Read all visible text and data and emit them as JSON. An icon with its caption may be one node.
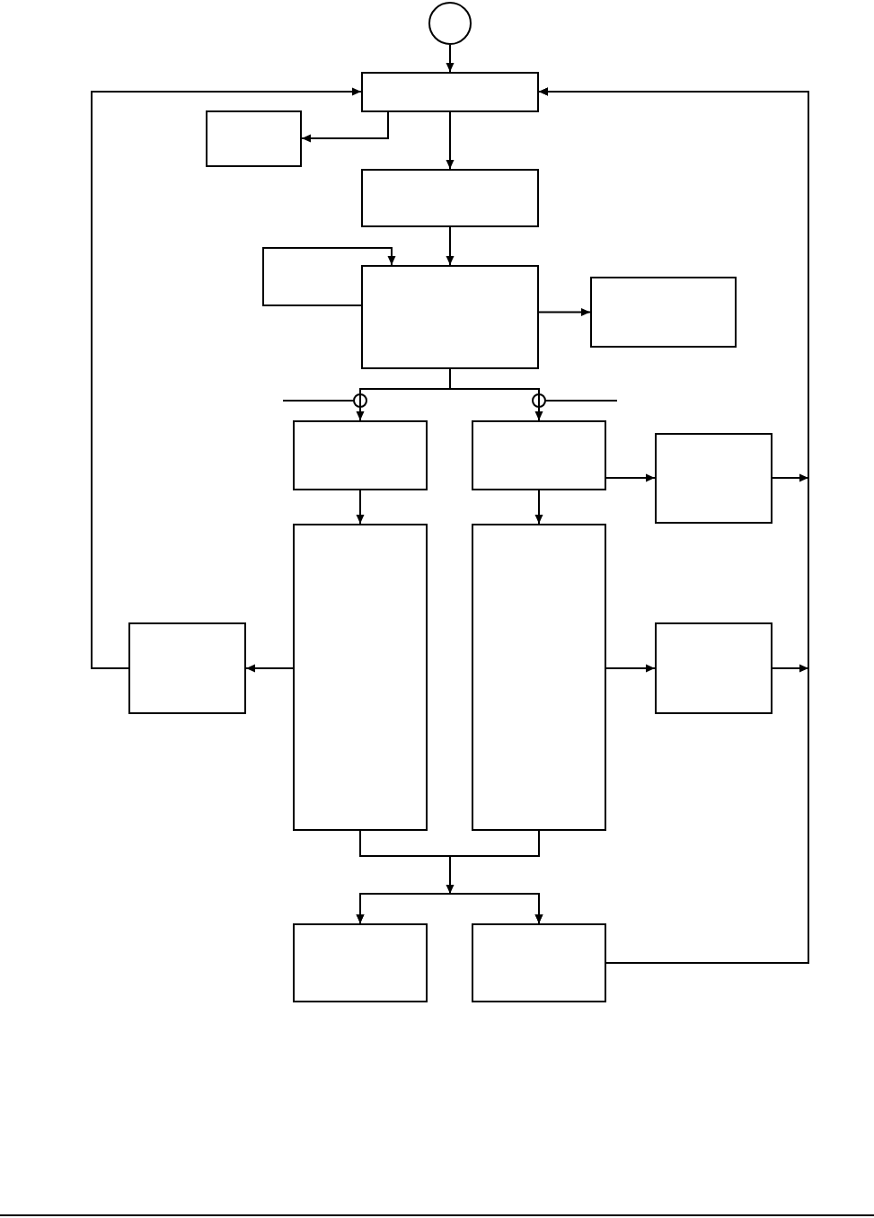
{
  "diagram": {
    "nodes": [
      {
        "text": [],
        "shape": "circle"
      },
      {
        "text": [],
        "shape": "box"
      },
      {
        "text": [],
        "shape": "box"
      },
      {
        "text": [],
        "shape": "box"
      },
      {
        "text": [],
        "shape": "box"
      },
      {
        "text": [],
        "shape": "box"
      },
      {
        "text": [],
        "shape": "box"
      },
      {
        "text": [],
        "shape": "box"
      },
      {
        "text": [],
        "shape": "box"
      },
      {
        "text": [],
        "shape": "box"
      },
      {
        "text": [],
        "shape": "box"
      },
      {
        "text": [],
        "shape": "box"
      },
      {
        "text": [],
        "shape": "box"
      },
      {
        "text": [],
        "shape": "box"
      },
      {
        "text": [],
        "shape": "box"
      }
    ],
    "edges": [
      {
        "from": 0,
        "to": 1,
        "arrow": "to"
      },
      {
        "from": 1,
        "to": 2,
        "arrow": "to"
      },
      {
        "from": 1,
        "to": 3,
        "arrow": "to"
      },
      {
        "from": 3,
        "to": 4,
        "arrow": "to"
      },
      {
        "from": 4,
        "to": 4,
        "arrow": "to"
      },
      {
        "from": 4,
        "to": 5,
        "arrow": "to"
      },
      {
        "from": 4,
        "to": 6,
        "arrow": "to"
      },
      {
        "from": 4,
        "to": 7,
        "arrow": "to"
      },
      {
        "from": 6,
        "to": 10,
        "arrow": "to"
      },
      {
        "from": 7,
        "to": 11,
        "arrow": "to"
      },
      {
        "from": 7,
        "to": 8,
        "arrow": "to"
      },
      {
        "from": 10,
        "to": 9,
        "arrow": "to"
      },
      {
        "from": 11,
        "to": 12,
        "arrow": "to"
      },
      {
        "from": 9,
        "to": 1,
        "arrow": "to"
      },
      {
        "from": 8,
        "to": 1,
        "arrow": "to"
      },
      {
        "from": 12,
        "to": 1,
        "arrow": "to"
      },
      {
        "from": 14,
        "to": 1,
        "arrow": "to"
      },
      {
        "from": 10,
        "to": 13,
        "arrow": "to"
      },
      {
        "from": 10,
        "to": 14,
        "arrow": "to"
      },
      {
        "from": 11,
        "to": 13,
        "arrow": "to"
      },
      {
        "from": 11,
        "to": 14,
        "arrow": "to"
      }
    ]
  }
}
